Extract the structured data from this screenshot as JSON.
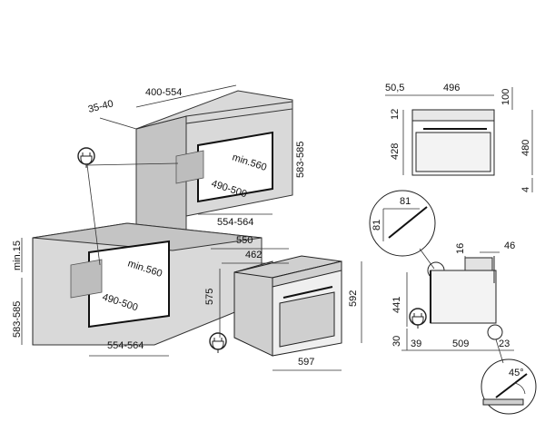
{
  "tall_cabinet": {
    "depth": "400-554",
    "top_offset": "35-40",
    "height": "583-585",
    "inner_height": "min.560",
    "inner_depth": "490-500",
    "width": "554-564"
  },
  "base_cabinet": {
    "top_clearance": "min.15",
    "height": "583-585",
    "inner_height": "min.560",
    "inner_depth": "490-500",
    "width": "554-564"
  },
  "oven": {
    "depth_total": "550",
    "depth_body": "462",
    "height_body": "575",
    "height_front": "592",
    "width_front": "597"
  },
  "top_view": {
    "offset_left": "50,5",
    "width_body": "496",
    "height_top": "100",
    "height_strip": "12",
    "height_body": "428",
    "height_total": "480",
    "height_bottom": "4"
  },
  "side_view": {
    "detail_width": "81",
    "detail_height": "81",
    "front_thickness": "16",
    "handle_depth": "46",
    "height_body": "441",
    "bottom_height": "30",
    "front_depth": "39",
    "depth_body": "509",
    "rear_offset": "23",
    "angle": "45°"
  }
}
